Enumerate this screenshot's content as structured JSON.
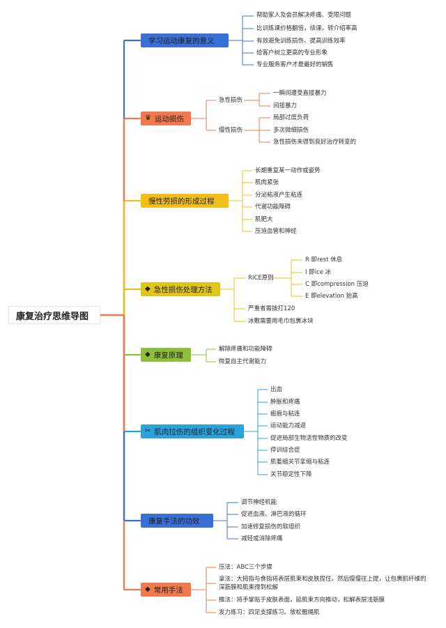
{
  "root": {
    "title": "康复治疗思维导图"
  },
  "branches": [
    {
      "label": "学习运动康复的意义",
      "color": "#3a6fd6",
      "icon": "empty-icon"
    },
    {
      "label": "运动损伤",
      "color": "#f07a4e",
      "icon": "crown-icon"
    },
    {
      "label": "慢性劳损的形成过程",
      "color": "#f2bf18",
      "icon": "empty-icon"
    },
    {
      "label": "急性损伤处理方法",
      "color": "#e0c51a",
      "icon": "gem-icon"
    },
    {
      "label": "康复原理",
      "color": "#8dbf3a",
      "icon": "gem-icon"
    },
    {
      "label": "肌肉拉伤的组织变化过程",
      "color": "#2aa3dc",
      "icon": "tools-icon"
    },
    {
      "label": "康复手法的功效",
      "color": "#3a6fd6",
      "icon": "empty-icon"
    },
    {
      "label": "常用手法",
      "color": "#f07a4e",
      "icon": "gem-icon"
    }
  ],
  "b1": [
    "帮助家人及会员解决疼痛、受限问题",
    "比训练课价格翻倍，续课，转介绍率高",
    "有效避免训练损伤、提高训练效率",
    "给客户树立更高的专业形象",
    "专业服务客户才是最好的销售"
  ],
  "b2": {
    "acute": {
      "label": "急性损伤",
      "items": [
        "一瞬间遭受直接暴力",
        "间接暴力"
      ]
    },
    "chronic": {
      "label": "慢性损伤",
      "items": [
        "局部过度负荷",
        "多次微细损伤",
        "急性损伤未得到良好治疗转变的"
      ]
    }
  },
  "b3": [
    "长期重复某一动作或姿势",
    "肌肉紧张",
    "分泌粘液产生粘连",
    "代谢功能障碍",
    "肌肥大",
    "压迫血管和神经"
  ],
  "b4": {
    "rice": {
      "label": "RICE原则",
      "items": [
        "R 即rest 休息",
        "I 即ice 冰",
        "C 即compression 压迫",
        "E 即elevation 抬高"
      ]
    },
    "others": [
      "严重者需拨打120",
      "冰敷需要用毛巾包裹冰块"
    ]
  },
  "b5": [
    "解除疼痛和功能障碍",
    "恢复自主代谢能力"
  ],
  "b6": [
    "出血",
    "肿胀和疼痛",
    "瘢痕与粘连",
    "运动能力减退",
    "促进局部生物活性物质的改变",
    "停训综合症",
    "肌萎缩关节挛缩与粘连",
    "关节稳定性下降"
  ],
  "b7": [
    "调节神经机能",
    "促进血液、淋巴液的循环",
    "加速修复损伤的软组织",
    "减轻或消除疼痛"
  ],
  "b8": [
    "压法：ABC三个步骤",
    "拿法：大拇指与食指将表层肌束和皮肤捏住，然后慢慢往上提，让包裹肌纤维的深筋膜和肌束得到松解",
    "推法：将手掌贴于皮肤表面，延肌束方向推动，松解表层浅筋膜",
    "发力练习：四足支撑练习。放松髋绳肌"
  ]
}
